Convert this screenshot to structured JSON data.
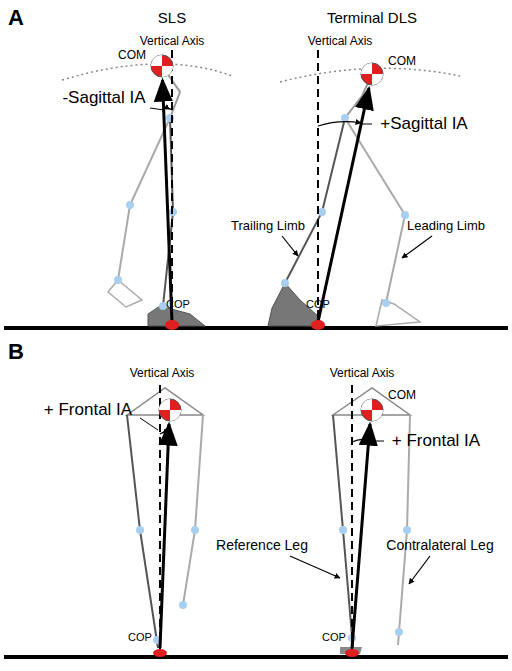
{
  "diagram": {
    "labels": [
      "A",
      "SLS",
      "Terminal DLS",
      "Vertical Axis",
      "Vertical Axis",
      "COM",
      "COM",
      "-Sagittal IA",
      "+Sagittal IA",
      "Trailing Limb",
      "Leading Limb",
      "COP",
      "COP",
      "B",
      "Vertical Axis",
      "Vertical Axis",
      "+ Frontal IA",
      "COM",
      "+ Frontal IA",
      "Reference Leg",
      "Contralateral Leg",
      "COP",
      "COP"
    ]
  }
}
